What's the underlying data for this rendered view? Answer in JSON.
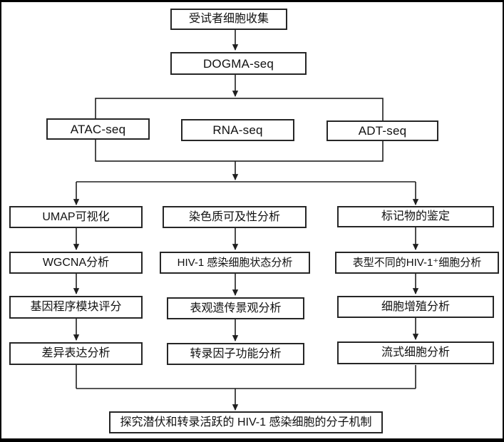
{
  "colors": {
    "background": "#ffffff",
    "outer_border": "#000000",
    "line": "#1f1f1f",
    "box_border": "#262626",
    "text": "#111111"
  },
  "nodes": {
    "subject_collection": "受试者细胞收集",
    "dogma_seq": "DOGMA-seq",
    "atac_seq": "ATAC-seq",
    "rna_seq": "RNA-seq",
    "adt_seq": "ADT-seq",
    "umap": "UMAP可视化",
    "wgcna": "WGCNA分析",
    "gene_program": "基因程序模块评分",
    "diff_expr": "差异表达分析",
    "chromatin": "染色质可及性分析",
    "hiv_state": "HIV-1 感染细胞状态分析",
    "epigenetic": "表观遗传景观分析",
    "tf_function": "转录因子功能分析",
    "marker_id": "标记物的鉴定",
    "phenotype_hiv": "表型不同的HIV-1⁺细胞分析",
    "proliferation": "细胞增殖分析",
    "flow_cytometry": "流式细胞分析",
    "conclusion": "探究潜伏和转录活跃的 HIV-1 感染细胞的分子机制"
  }
}
